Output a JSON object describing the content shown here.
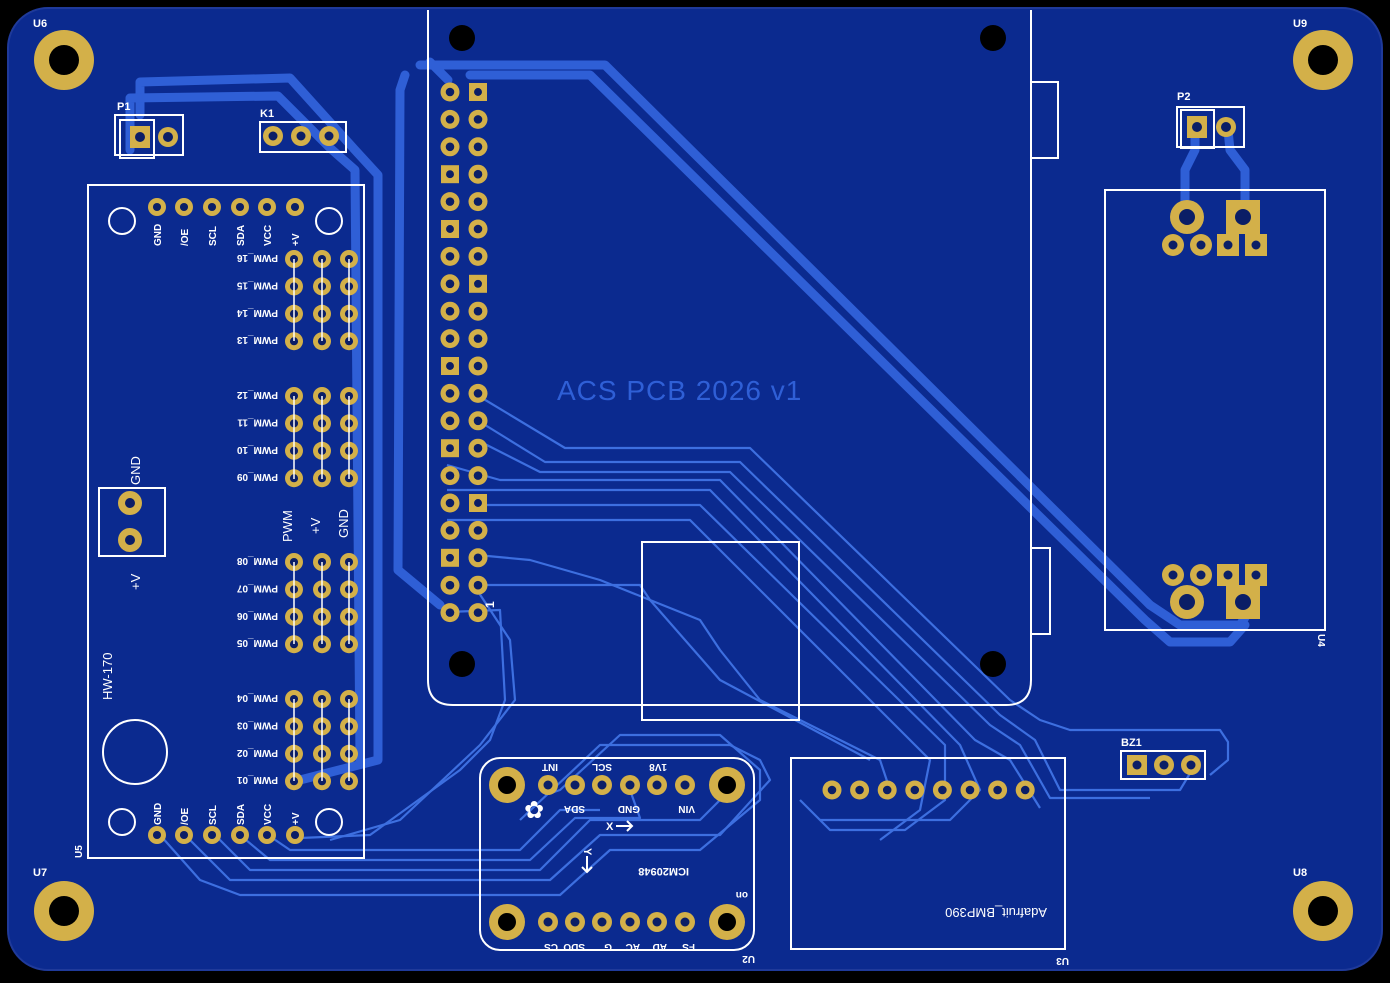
{
  "board": {
    "title": "ACS  PCB  2026  v1",
    "colors": {
      "substrate": "#0b2a8f",
      "trace": "#2f5fd6",
      "silkscreen": "#ffffff",
      "copper_pad": "#d3b049",
      "drill": "#000000"
    }
  },
  "mounting_holes": [
    "U6",
    "U9",
    "U7",
    "U8"
  ],
  "connectors": {
    "p1": "P1",
    "p2": "P2",
    "k1": "K1",
    "bz1": "BZ1"
  },
  "pwm_driver": {
    "ref": "U5",
    "name": "HW-170",
    "top_pins": [
      "GND",
      "/OE",
      "SCL",
      "SDA",
      "VCC",
      "+V"
    ],
    "bottom_pins": [
      "GND",
      "/OE",
      "SCL",
      "SDA",
      "VCC",
      "+V"
    ],
    "channels_a": [
      "PWM_16",
      "PWM_15",
      "PWM_14",
      "PWM_13"
    ],
    "channels_b": [
      "PWM_12",
      "PWM_11",
      "PWM_10",
      "PWM_09"
    ],
    "channels_c": [
      "PWM_08",
      "PWM_07",
      "PWM_06",
      "PWM_05"
    ],
    "channels_d": [
      "PWM_04",
      "PWM_03",
      "PWM_02",
      "PWM_01"
    ],
    "column_labels": [
      "PWM",
      "+V",
      "GND"
    ],
    "power_terminal": {
      "gnd": "GND",
      "vplus": "+V"
    }
  },
  "pi_header": {
    "pin1_label": "1"
  },
  "imu": {
    "ref": "U2",
    "name": "ICM20948",
    "top_pins_row1": [
      "INT",
      "SCL",
      "1V8"
    ],
    "top_pins_row2": [
      "SDA",
      "GND",
      "VIN"
    ],
    "bottom_pins": [
      "CS",
      "SDO",
      "G",
      "AC",
      "AD",
      "FS"
    ],
    "axis_x": "X",
    "axis_y": "Y",
    "corner_text": "on"
  },
  "pressure_sensor": {
    "ref": "U3",
    "name": "Adafruit_BMP390"
  },
  "power_module": {
    "ref": "U4"
  }
}
